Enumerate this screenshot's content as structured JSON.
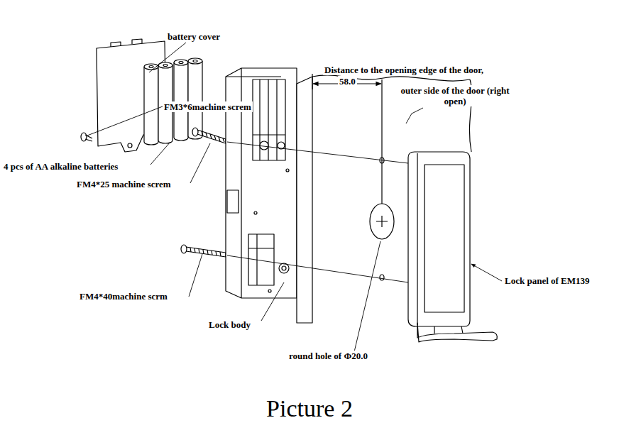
{
  "diagram": {
    "caption": "Picture 2",
    "labels": [
      "battery cover",
      "FM3*6machine screm",
      "4 pcs of AA alkaline batteries",
      "FM4*25 machine screm",
      "Distance to the opening edge of the door,",
      "58.0",
      "outer side of the door (right open)",
      "Lock panel of EM139",
      "FM4*40machine scrm",
      "Lock body",
      "round hole of Φ20.0"
    ]
  }
}
